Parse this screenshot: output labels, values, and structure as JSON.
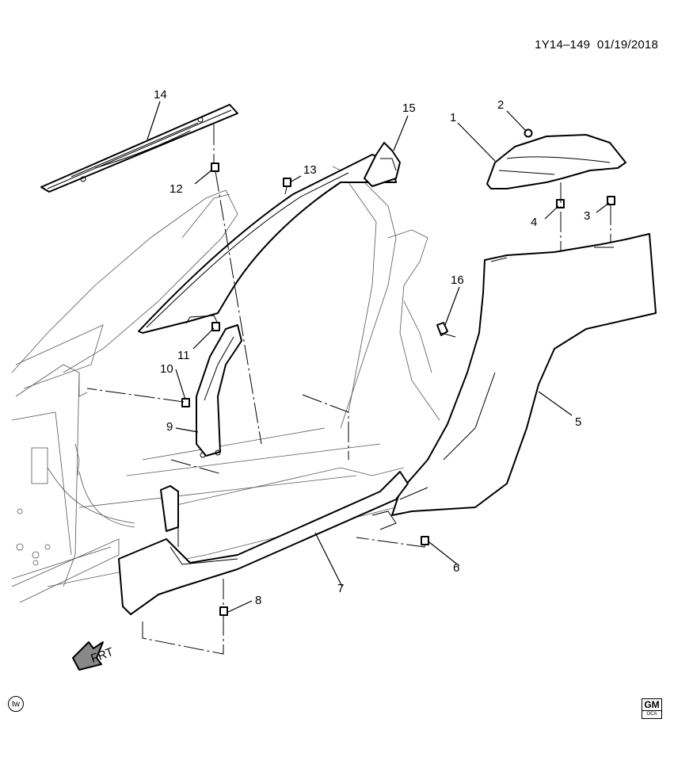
{
  "diagram_id": "1Y14–149",
  "date": "01/19/2018",
  "callouts": {
    "c1": "1",
    "c2": "2",
    "c3": "3",
    "c4": "4",
    "c5": "5",
    "c6": "6",
    "c7": "7",
    "c8": "8",
    "c9": "9",
    "c10": "10",
    "c11": "11",
    "c12": "12",
    "c13": "13",
    "c14": "14",
    "c15": "15",
    "c16": "16"
  },
  "direction_label": "FRT",
  "tw_badge": "tw",
  "logo": {
    "text": "GM",
    "sub": "OCA"
  }
}
